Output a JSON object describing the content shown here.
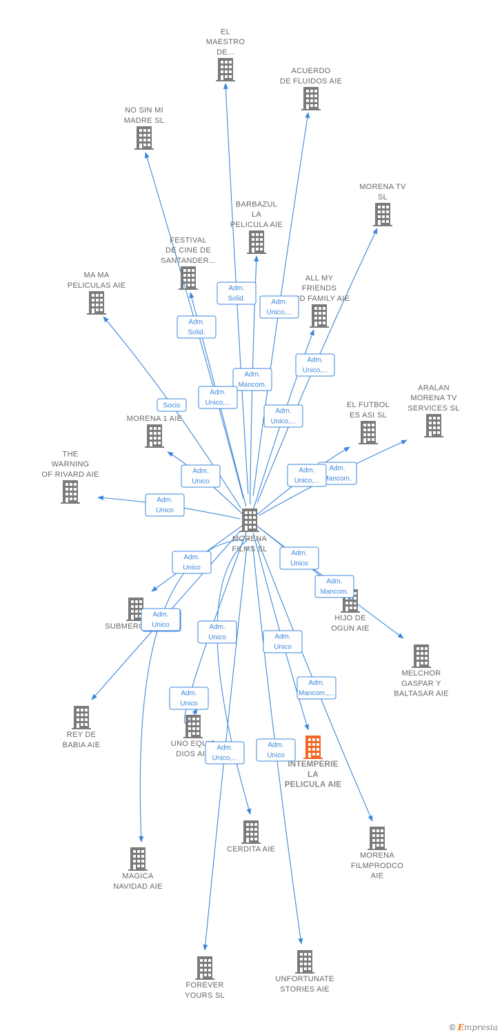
{
  "colors": {
    "edge": "#3b86db",
    "building": "#7a7a7a",
    "highlight": "#f26522",
    "label": "#666666"
  },
  "center": {
    "id": "center",
    "label": [
      "MORENA",
      "FILMS SL"
    ]
  },
  "nodes": [
    {
      "id": "maestro",
      "label": [
        "EL",
        "MAESTRO",
        "DE..."
      ]
    },
    {
      "id": "acuerdo",
      "label": [
        "ACUERDO",
        "DE FLUIDOS AIE"
      ]
    },
    {
      "id": "nosinmi",
      "label": [
        "NO SIN MI",
        "MADRE  SL"
      ]
    },
    {
      "id": "morenatv",
      "label": [
        "MORENA TV",
        "SL"
      ]
    },
    {
      "id": "barbazul",
      "label": [
        "BARBAZUL",
        "LA",
        "PELICULA AIE"
      ]
    },
    {
      "id": "festival",
      "label": [
        "FESTIVAL",
        "DE CINE DE",
        "SANTANDER..."
      ]
    },
    {
      "id": "allmy",
      "label": [
        "ALL MY",
        "FRIENDS",
        "AND FAMILY AIE"
      ]
    },
    {
      "id": "mama",
      "label": [
        "MA MA",
        "PELICULAS  AIE"
      ]
    },
    {
      "id": "aralan",
      "label": [
        "ARALAN",
        "MORENA TV",
        "SERVICES  SL"
      ]
    },
    {
      "id": "futbol",
      "label": [
        "EL FUTBOL",
        "ES ASI  SL"
      ]
    },
    {
      "id": "morena1",
      "label": [
        "MORENA 1 AIE"
      ]
    },
    {
      "id": "warning",
      "label": [
        "THE",
        "WARNING",
        "OF RIVARD AIE"
      ]
    },
    {
      "id": "submergence",
      "label": [
        "SUBMERGENCE"
      ]
    },
    {
      "id": "hijo",
      "label": [
        "HIJO DE",
        "OGUN AIE"
      ]
    },
    {
      "id": "melchor",
      "label": [
        "MELCHOR",
        "GASPAR Y",
        "BALTASAR AIE"
      ]
    },
    {
      "id": "reybabia",
      "label": [
        "REY DE",
        "BABIA AIE"
      ]
    },
    {
      "id": "unoequis",
      "label": [
        "UNO EQUIS",
        "DIOS AIE"
      ]
    },
    {
      "id": "intemperie",
      "label": [
        "INTEMPERIE",
        "LA",
        "PELICULA AIE"
      ],
      "highlight": true
    },
    {
      "id": "cerdita",
      "label": [
        "CERDITA AIE"
      ]
    },
    {
      "id": "filmprodco",
      "label": [
        "MORENA",
        "FILMPRODCO",
        "AIE"
      ]
    },
    {
      "id": "magica",
      "label": [
        "MAGICA",
        "NAVIDAD AIE"
      ]
    },
    {
      "id": "forever",
      "label": [
        "FOREVER",
        "YOURS  SL"
      ]
    },
    {
      "id": "unfortunate",
      "label": [
        "UNFORTUNATE",
        "STORIES AIE"
      ]
    }
  ],
  "edges": [
    {
      "to": "maestro",
      "label": [
        "Adm.",
        "Solid."
      ]
    },
    {
      "to": "acuerdo",
      "label": [
        "Adm.",
        "Unico,..."
      ]
    },
    {
      "to": "nosinmi",
      "label": [
        "Adm.",
        "Solid."
      ]
    },
    {
      "to": "morenatv",
      "label": [
        "Adm.",
        "Unico,..."
      ]
    },
    {
      "to": "barbazul",
      "label": [
        "Adm.",
        "Mancom."
      ]
    },
    {
      "to": "festival",
      "label": [
        "Adm.",
        "Unico,..."
      ]
    },
    {
      "to": "allmy",
      "label": [
        "Adm.",
        "Unico,..."
      ]
    },
    {
      "to": "mama",
      "label": [
        "Socio"
      ]
    },
    {
      "to": "aralan",
      "label": [
        "Adm.",
        "Mancom."
      ]
    },
    {
      "to": "futbol",
      "label": [
        "Adm.",
        "Unico,..."
      ]
    },
    {
      "to": "morena1",
      "label": [
        "Adm.",
        "Unico"
      ]
    },
    {
      "to": "warning",
      "label": [
        "Adm.",
        "Unico"
      ]
    },
    {
      "to": "submergence",
      "label": [
        "Adm.",
        "Unico"
      ]
    },
    {
      "to": "hijo",
      "label": [
        "Adm.",
        "Unico"
      ]
    },
    {
      "to": "melchor",
      "label": [
        "Adm.",
        "Mancom."
      ]
    },
    {
      "to": "reybabia",
      "label": [
        "Adm.",
        "Unico"
      ]
    },
    {
      "to": "unoequis",
      "label": [
        "Adm.",
        "Unico"
      ]
    },
    {
      "to": "intemperie",
      "label": [
        "Adm.",
        "Unico"
      ]
    },
    {
      "to": "cerdita",
      "label": [
        "Adm.",
        "Unico"
      ]
    },
    {
      "to": "filmprodco",
      "label": [
        "Adm.",
        "Mancom.,..."
      ]
    },
    {
      "to": "magica",
      "label": [
        "Adm.",
        "Unico"
      ]
    },
    {
      "to": "forever",
      "label": [
        "Adm.",
        "Unico,..."
      ]
    },
    {
      "to": "unfortunate",
      "label": [
        "Adm.",
        "Unico"
      ]
    }
  ],
  "footer": {
    "copyright": "©",
    "brand_initial": "E",
    "brand_rest": "mpresia"
  }
}
